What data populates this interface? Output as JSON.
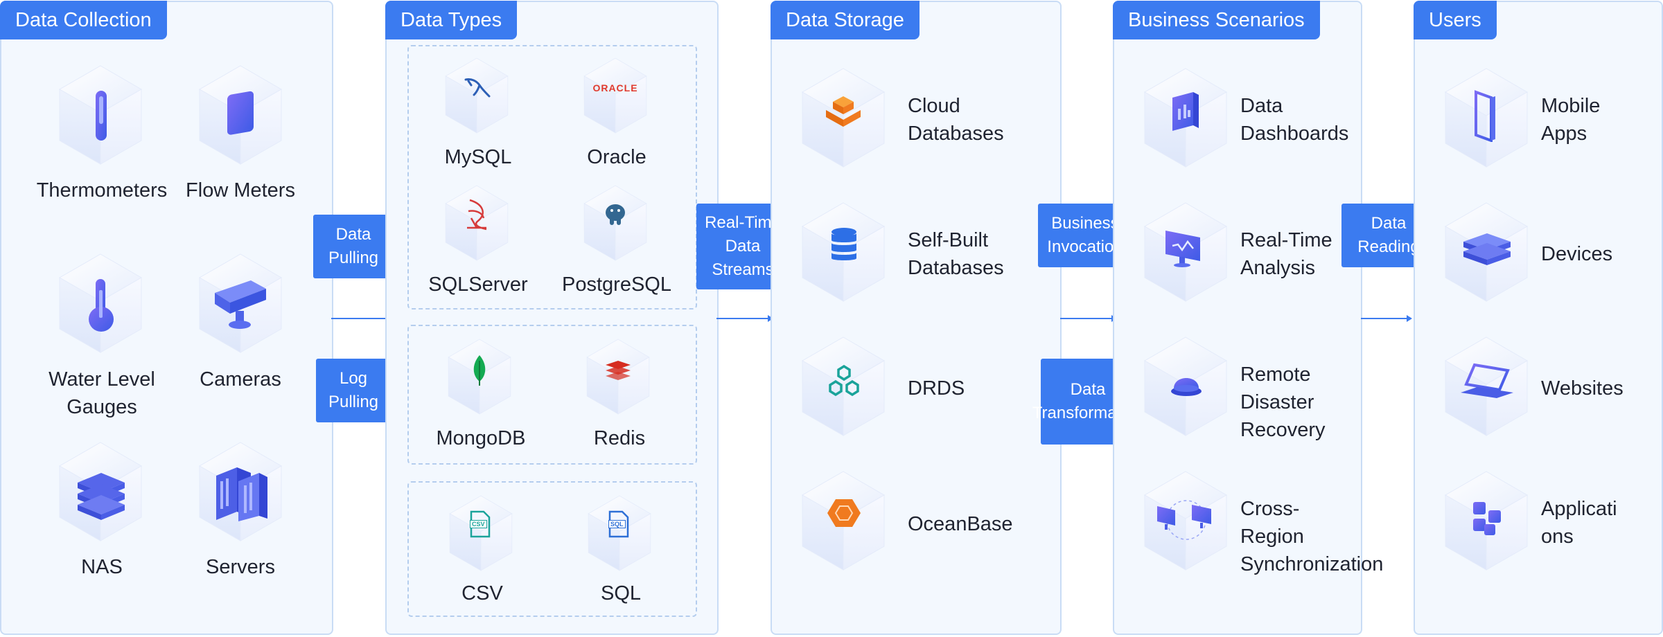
{
  "panels": {
    "collection": {
      "title": "Data Collection",
      "items": [
        "Thermometers",
        "Flow Meters",
        "Water Level Gauges",
        "Cameras",
        "NAS",
        "Servers"
      ]
    },
    "types": {
      "title": "Data Types",
      "group1": [
        "MySQL",
        "Oracle",
        "SQLServer",
        "PostgreSQL"
      ],
      "group2": [
        "MongoDB",
        "Redis"
      ],
      "group3": [
        "CSV",
        "SQL"
      ],
      "oracle_logo_text": "ORACLE",
      "csv_badge": "CSV",
      "sql_badge": "SQL"
    },
    "storage": {
      "title": "Data Storage",
      "items": [
        "Cloud Databases",
        "Self-Built Databases",
        "DRDS",
        "OceanBase"
      ]
    },
    "scenarios": {
      "title": "Business Scenarios",
      "items": [
        "Data Dashboards",
        "Real-Time Analysis",
        "Remote Disaster Recovery",
        "Cross-Region Synchronization"
      ]
    },
    "users": {
      "title": "Users",
      "items": [
        "Mobile Apps",
        "Devices",
        "Websites",
        "Applications"
      ]
    }
  },
  "connectors": {
    "data_pulling": "Data Pulling",
    "log_pulling": "Log Pulling",
    "realtime_streams": "Real-Time Data Streams",
    "business_invocation": "Business Invocation",
    "data_transformation": "Data Transformation",
    "data_reading": "Data Reading"
  },
  "colors": {
    "accent": "#3b7bf0",
    "panel_bg": "#f3f8fe",
    "panel_border": "#c9dcf5",
    "icon_purple": "#5a5be8",
    "icon_orange": "#f07a1f",
    "icon_teal": "#1aa39a",
    "icon_red": "#d93a3a"
  }
}
